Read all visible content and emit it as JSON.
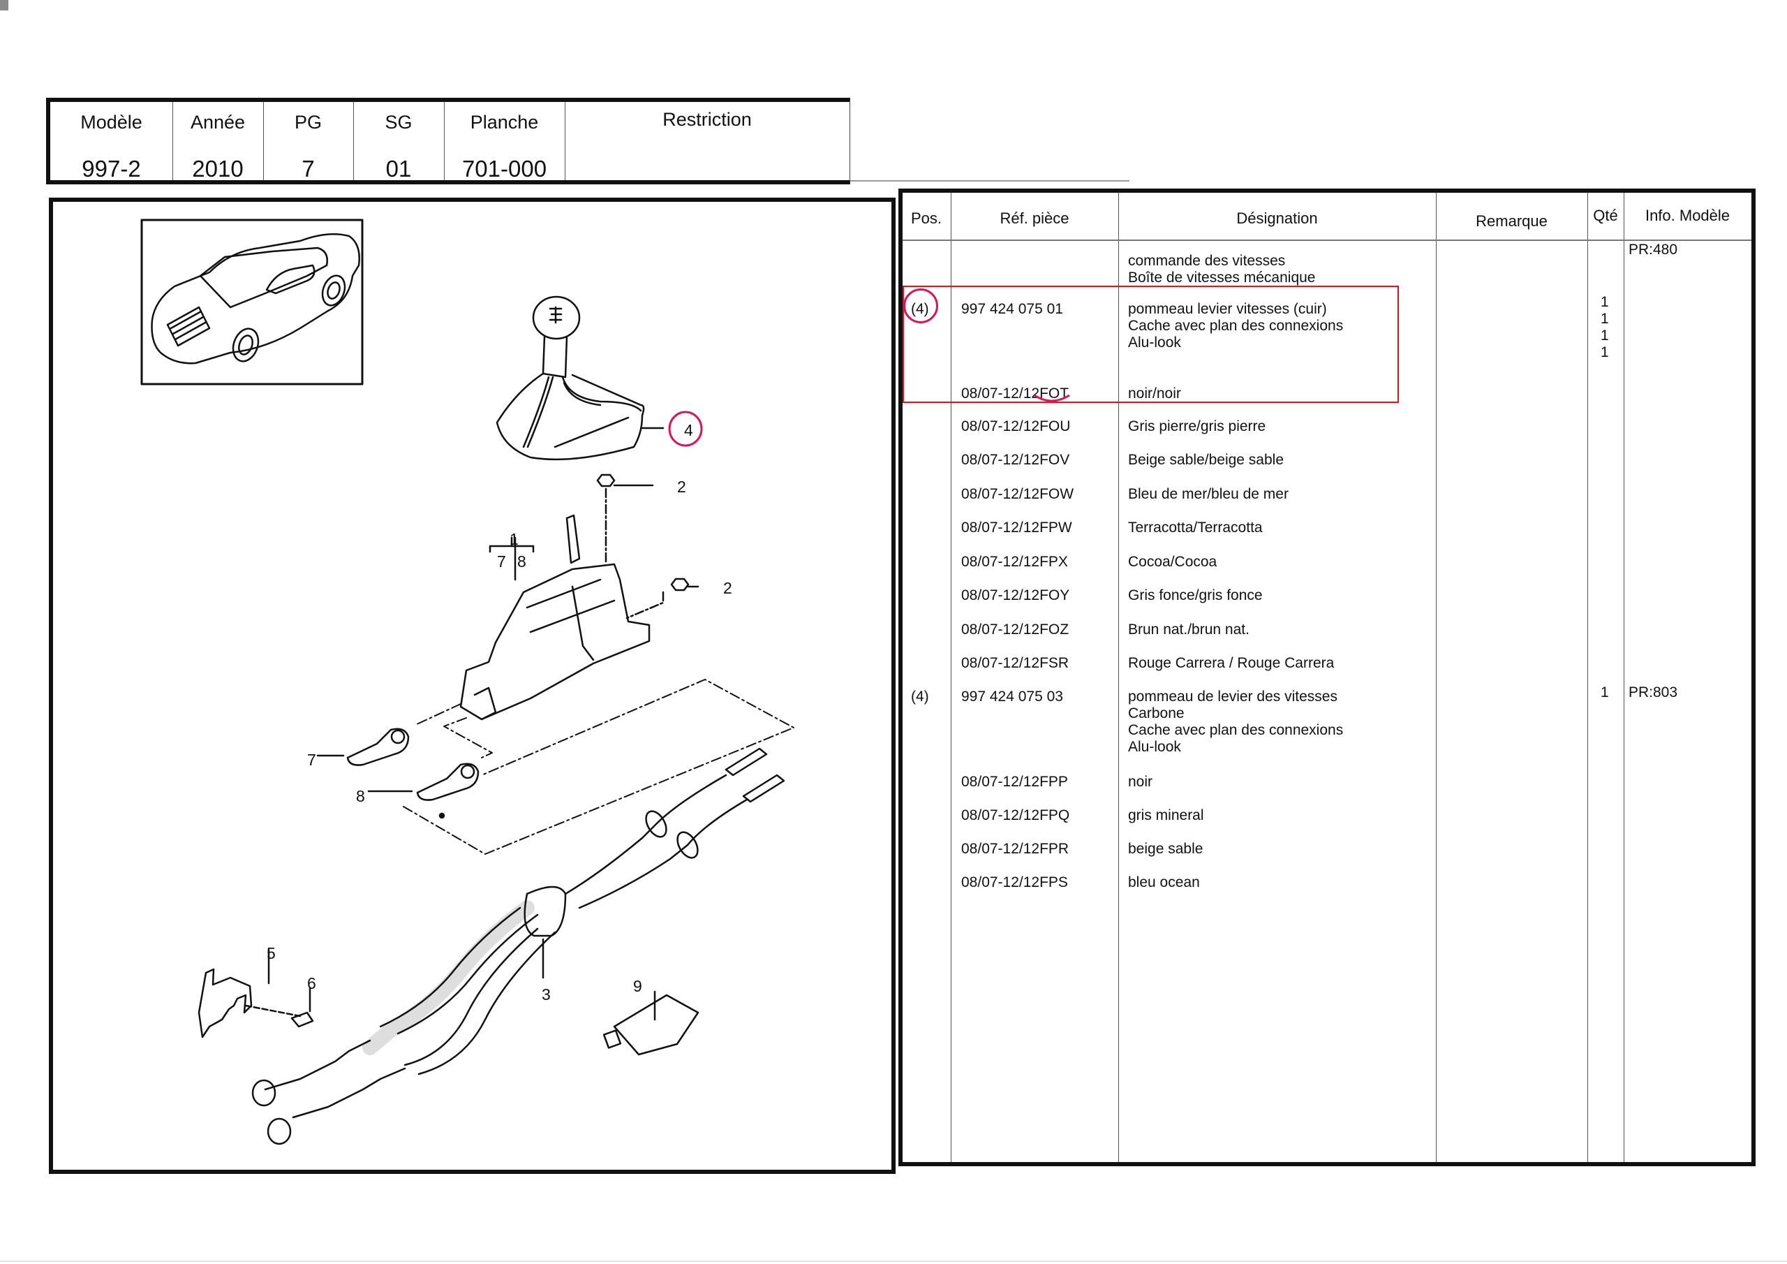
{
  "header": {
    "columns": [
      {
        "label": "Modèle",
        "value": "997-2"
      },
      {
        "label": "Année",
        "value": "2010"
      },
      {
        "label": "PG",
        "value": "7"
      },
      {
        "label": "SG",
        "value": "01"
      },
      {
        "label": "Planche",
        "value": "701-000"
      },
      {
        "label": "Restriction",
        "value": ""
      }
    ]
  },
  "diagram": {
    "callouts": {
      "c1": "1",
      "c2a": "2",
      "c2b": "2",
      "c3": "3",
      "c4": "4",
      "c5": "5",
      "c6": "6",
      "c7": "7",
      "c8": "8",
      "c9": "9",
      "c78a": "7",
      "c78b": "8"
    },
    "highlighted_callout": "4"
  },
  "parts_table": {
    "headers": {
      "pos": "Pos.",
      "ref": "Réf. pièce",
      "designation": "Désignation",
      "remarque": "Remarque",
      "qte": "Qté",
      "info": "Info. Modèle"
    },
    "rows": [
      {
        "pos": "",
        "ref": "",
        "designation": [
          "commande des vitesses",
          "Boîte de vitesses mécanique"
        ],
        "qte": [],
        "info": "PR:480"
      },
      {
        "pos": "(4)",
        "ref": "997 424 075 01",
        "designation": [
          "pommeau levier vitesses (cuir)",
          "Cache avec plan des connexions",
          "Alu-look"
        ],
        "qte": [
          "1",
          "1",
          "1",
          "1"
        ],
        "info": "",
        "highlighted": true
      },
      {
        "pos": "",
        "ref": "08/07-12/12FOT",
        "designation": [
          "noir/noir"
        ],
        "highlighted": true
      },
      {
        "pos": "",
        "ref": "08/07-12/12FOU",
        "designation": [
          "Gris pierre/gris pierre"
        ]
      },
      {
        "pos": "",
        "ref": "08/07-12/12FOV",
        "designation": [
          "Beige sable/beige sable"
        ]
      },
      {
        "pos": "",
        "ref": "08/07-12/12FOW",
        "designation": [
          "Bleu de mer/bleu de mer"
        ]
      },
      {
        "pos": "",
        "ref": "08/07-12/12FPW",
        "designation": [
          "Terracotta/Terracotta"
        ]
      },
      {
        "pos": "",
        "ref": "08/07-12/12FPX",
        "designation": [
          "Cocoa/Cocoa"
        ]
      },
      {
        "pos": "",
        "ref": "08/07-12/12FOY",
        "designation": [
          "Gris fonce/gris fonce"
        ]
      },
      {
        "pos": "",
        "ref": "08/07-12/12FOZ",
        "designation": [
          "Brun nat./brun nat."
        ]
      },
      {
        "pos": "",
        "ref": "08/07-12/12FSR",
        "designation": [
          "Rouge Carrera / Rouge Carrera"
        ]
      },
      {
        "pos": "(4)",
        "ref": "997 424 075 03",
        "designation": [
          "pommeau de levier des vitesses",
          "Carbone",
          "Cache avec plan des connexions",
          "Alu-look"
        ],
        "qte": [
          "1"
        ],
        "info": "PR:803"
      },
      {
        "pos": "",
        "ref": "08/07-12/12FPP",
        "designation": [
          "noir"
        ]
      },
      {
        "pos": "",
        "ref": "08/07-12/12FPQ",
        "designation": [
          "gris mineral"
        ]
      },
      {
        "pos": "",
        "ref": "08/07-12/12FPR",
        "designation": [
          "beige sable"
        ]
      },
      {
        "pos": "",
        "ref": "08/07-12/12FPS",
        "designation": [
          "bleu ocean"
        ]
      }
    ]
  },
  "annotation_colors": {
    "red_box": "#e8101a",
    "pink_marker": "#d4185a"
  }
}
